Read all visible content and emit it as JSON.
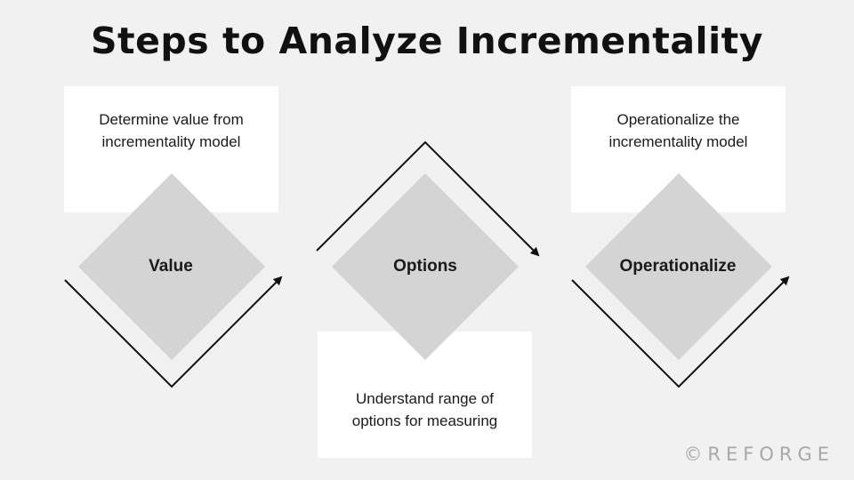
{
  "title": "Steps to Analyze Incrementality",
  "steps": [
    {
      "label": "Value",
      "description_line1": "Determine value from",
      "description_line2": "incrementality model"
    },
    {
      "label": "Options",
      "description_line1": "Understand range of",
      "description_line2": "options for measuring"
    },
    {
      "label": "Operationalize",
      "description_line1": "Operationalize the",
      "description_line2": "incrementality model"
    }
  ],
  "watermark": "©REFORGE",
  "colors": {
    "background": "#f1f1f1",
    "card": "#ffffff",
    "diamond": "#d4d4d4",
    "arrow": "#111111",
    "watermark": "#a8a8a8"
  }
}
